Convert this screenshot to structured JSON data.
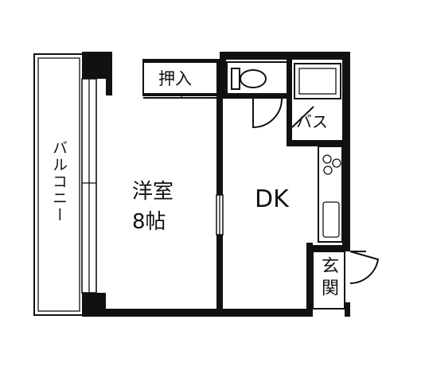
{
  "rooms": {
    "balcony": "バルコニー",
    "western_room_name": "洋室",
    "western_room_size": "8帖",
    "closet": "押入",
    "bath": "バス",
    "dk": "DK",
    "entrance": "玄関"
  },
  "colors": {
    "line": "#111111",
    "paper": "#ffffff"
  }
}
